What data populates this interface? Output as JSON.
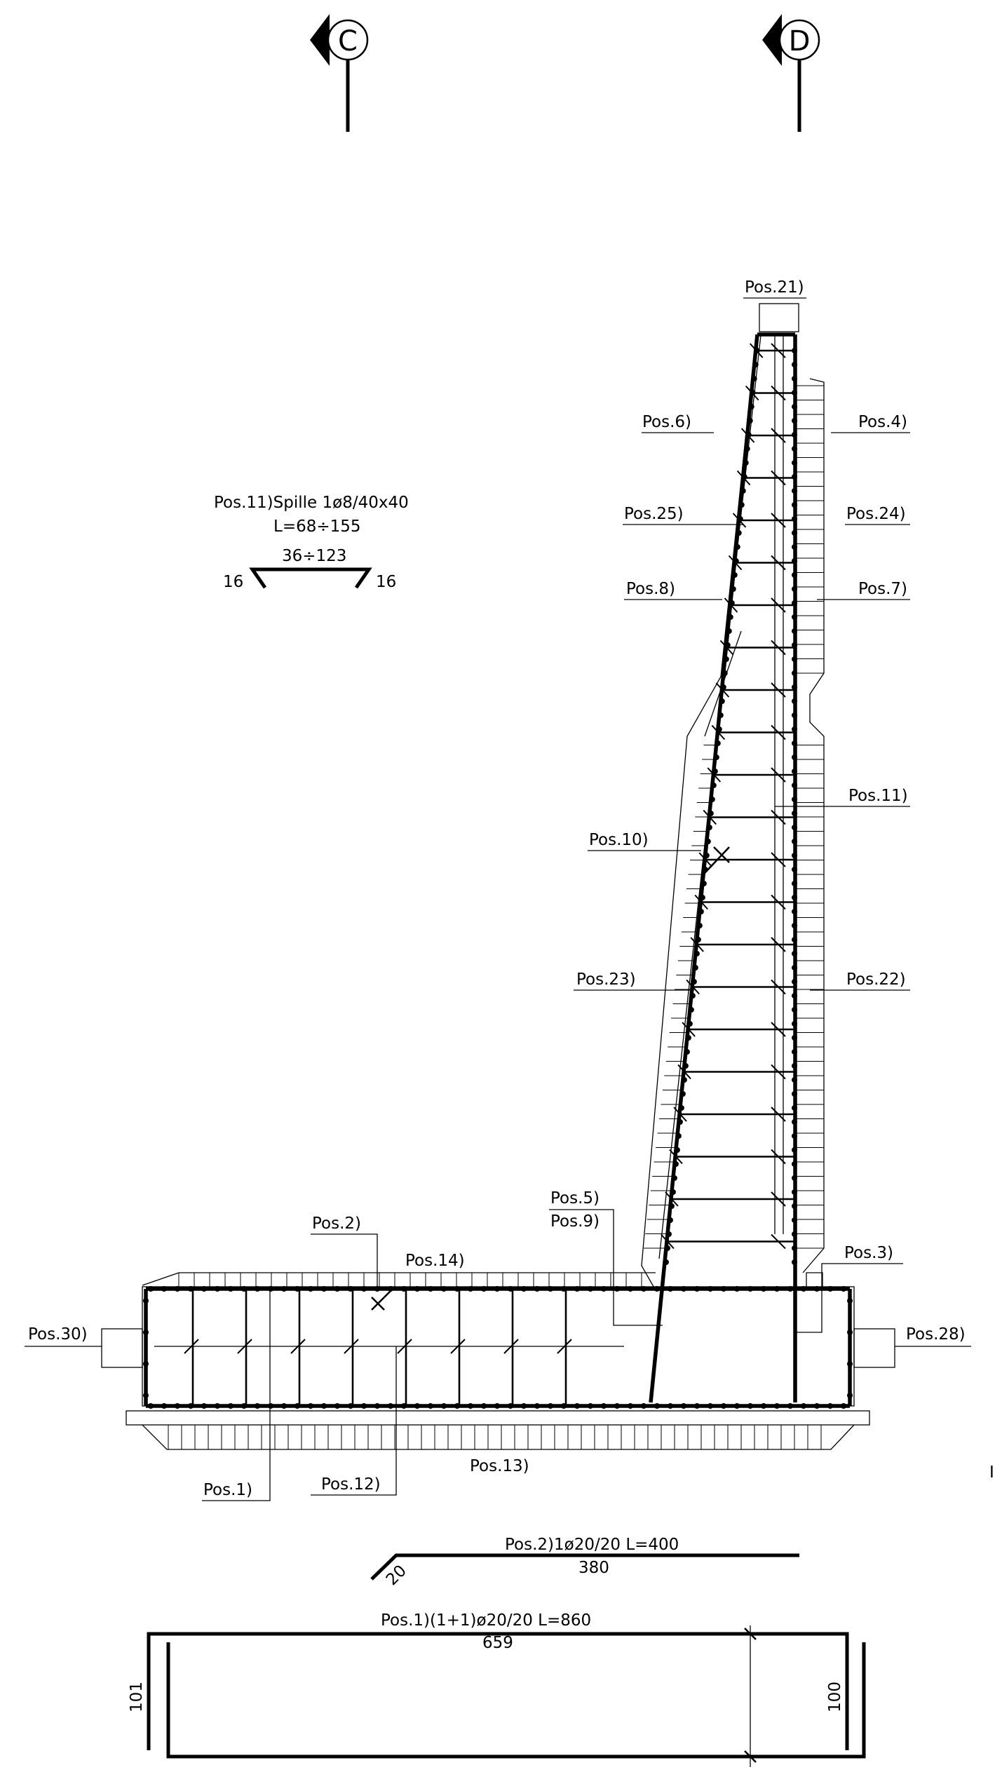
{
  "section_markers": [
    {
      "letter": "C"
    },
    {
      "letter": "D"
    }
  ],
  "labels": {
    "pos21": "Pos.21)",
    "pos6": "Pos.6)",
    "pos4": "Pos.4)",
    "pos25": "Pos.25)",
    "pos24": "Pos.24)",
    "pos8": "Pos.8)",
    "pos7": "Pos.7)",
    "pos11": "Pos.11)",
    "pos10": "Pos.10)",
    "pos23": "Pos.23)",
    "pos22": "Pos.22)",
    "pos5": "Pos.5)",
    "pos9": "Pos.9)",
    "pos2": "Pos.2)",
    "pos14": "Pos.14)",
    "pos3": "Pos.3)",
    "pos30": "Pos.30)",
    "pos28": "Pos.28)",
    "pos13": "Pos.13)",
    "pos1": "Pos.1)",
    "pos12": "Pos.12)"
  },
  "bar_schedule": {
    "spille": {
      "title": "Pos.11)Spille  1ø8/40x40",
      "length": "L=68÷155",
      "middle": "36÷123",
      "left_hook": "16",
      "right_hook": "16"
    },
    "pos2_bar": {
      "title": "Pos.2)1ø20/20  L=400",
      "length": "380",
      "hook": "20"
    },
    "pos1_bar": {
      "title": "Pos.1)(1+1)ø20/20  L=860",
      "length": "659",
      "left_leg": "101",
      "right_leg": "100"
    }
  },
  "edge_mark": "I"
}
